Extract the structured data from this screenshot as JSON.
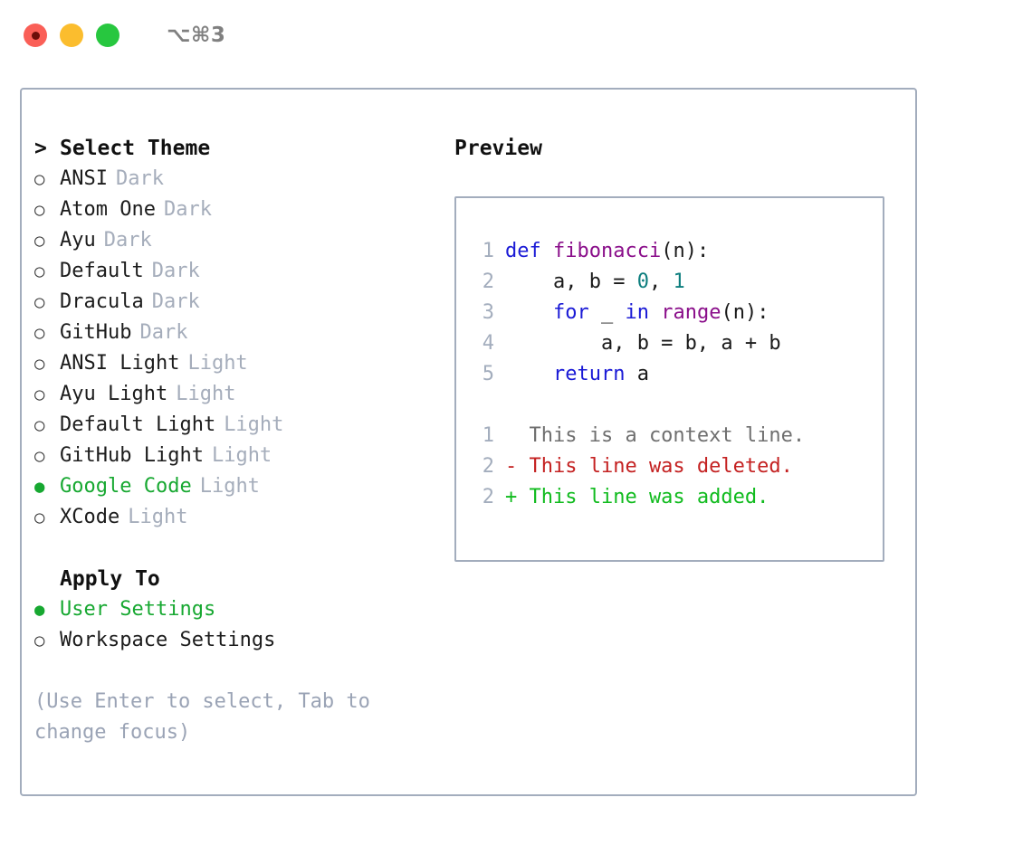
{
  "titlebar": {
    "shortcut": "⌥⌘3",
    "buttons": [
      {
        "name": "close",
        "color": "#fa5f57"
      },
      {
        "name": "minimize",
        "color": "#fbbd2e"
      },
      {
        "name": "maximize",
        "color": "#27c73f"
      }
    ]
  },
  "theme_section": {
    "caret": ">",
    "title": "Select Theme",
    "bullet_unselected": "○",
    "bullet_selected": "●",
    "items": [
      {
        "name": "ANSI",
        "kind": "Dark",
        "selected": false
      },
      {
        "name": "Atom One",
        "kind": "Dark",
        "selected": false
      },
      {
        "name": "Ayu",
        "kind": "Dark",
        "selected": false
      },
      {
        "name": "Default",
        "kind": "Dark",
        "selected": false
      },
      {
        "name": "Dracula",
        "kind": "Dark",
        "selected": false
      },
      {
        "name": "GitHub",
        "kind": "Dark",
        "selected": false
      },
      {
        "name": "ANSI Light",
        "kind": "Light",
        "selected": false
      },
      {
        "name": "Ayu Light",
        "kind": "Light",
        "selected": false
      },
      {
        "name": "Default Light",
        "kind": "Light",
        "selected": false
      },
      {
        "name": "GitHub Light",
        "kind": "Light",
        "selected": false
      },
      {
        "name": "Google Code",
        "kind": "Light",
        "selected": true
      },
      {
        "name": "XCode",
        "kind": "Light",
        "selected": false
      }
    ]
  },
  "apply_section": {
    "title": "Apply To",
    "items": [
      {
        "name": "User Settings",
        "selected": true
      },
      {
        "name": "Workspace Settings",
        "selected": false
      }
    ]
  },
  "hint": "(Use Enter to select, Tab to change focus)",
  "preview": {
    "title": "Preview",
    "code_lines": [
      {
        "no": "1",
        "tokens": [
          {
            "t": "def ",
            "c": "t-kw"
          },
          {
            "t": "fibonacci",
            "c": "t-fn"
          },
          {
            "t": "(n):",
            "c": "t-plain"
          }
        ]
      },
      {
        "no": "2",
        "tokens": [
          {
            "t": "    a, b = ",
            "c": "t-plain"
          },
          {
            "t": "0",
            "c": "t-num"
          },
          {
            "t": ", ",
            "c": "t-plain"
          },
          {
            "t": "1",
            "c": "t-num"
          }
        ]
      },
      {
        "no": "3",
        "tokens": [
          {
            "t": "    ",
            "c": "t-plain"
          },
          {
            "t": "for",
            "c": "t-kw"
          },
          {
            "t": " _ ",
            "c": "t-plain"
          },
          {
            "t": "in",
            "c": "t-kw"
          },
          {
            "t": " ",
            "c": "t-plain"
          },
          {
            "t": "range",
            "c": "t-fn"
          },
          {
            "t": "(n):",
            "c": "t-plain"
          }
        ]
      },
      {
        "no": "4",
        "tokens": [
          {
            "t": "        a, b = b, a + b",
            "c": "t-plain"
          }
        ]
      },
      {
        "no": "5",
        "tokens": [
          {
            "t": "    ",
            "c": "t-plain"
          },
          {
            "t": "return",
            "c": "t-kw"
          },
          {
            "t": " a",
            "c": "t-plain"
          }
        ]
      }
    ],
    "diff_lines": [
      {
        "no": "1",
        "marker": "  ",
        "text": "This is a context line.",
        "cls": "diff-ctx"
      },
      {
        "no": "2",
        "marker": "- ",
        "text": "This line was deleted.",
        "cls": "diff-del"
      },
      {
        "no": "2",
        "marker": "+ ",
        "text": "This line was added.",
        "cls": "diff-add"
      }
    ]
  },
  "colors": {
    "accent_green": "#17a831",
    "border": "#a3adbd",
    "muted": "#a5adbb",
    "hint": "#9aa3b5",
    "keyword": "#1a1ad6",
    "function": "#8a0e8a",
    "number": "#0d7e7e",
    "diff_add": "#10bb1e",
    "diff_del": "#c42121"
  }
}
